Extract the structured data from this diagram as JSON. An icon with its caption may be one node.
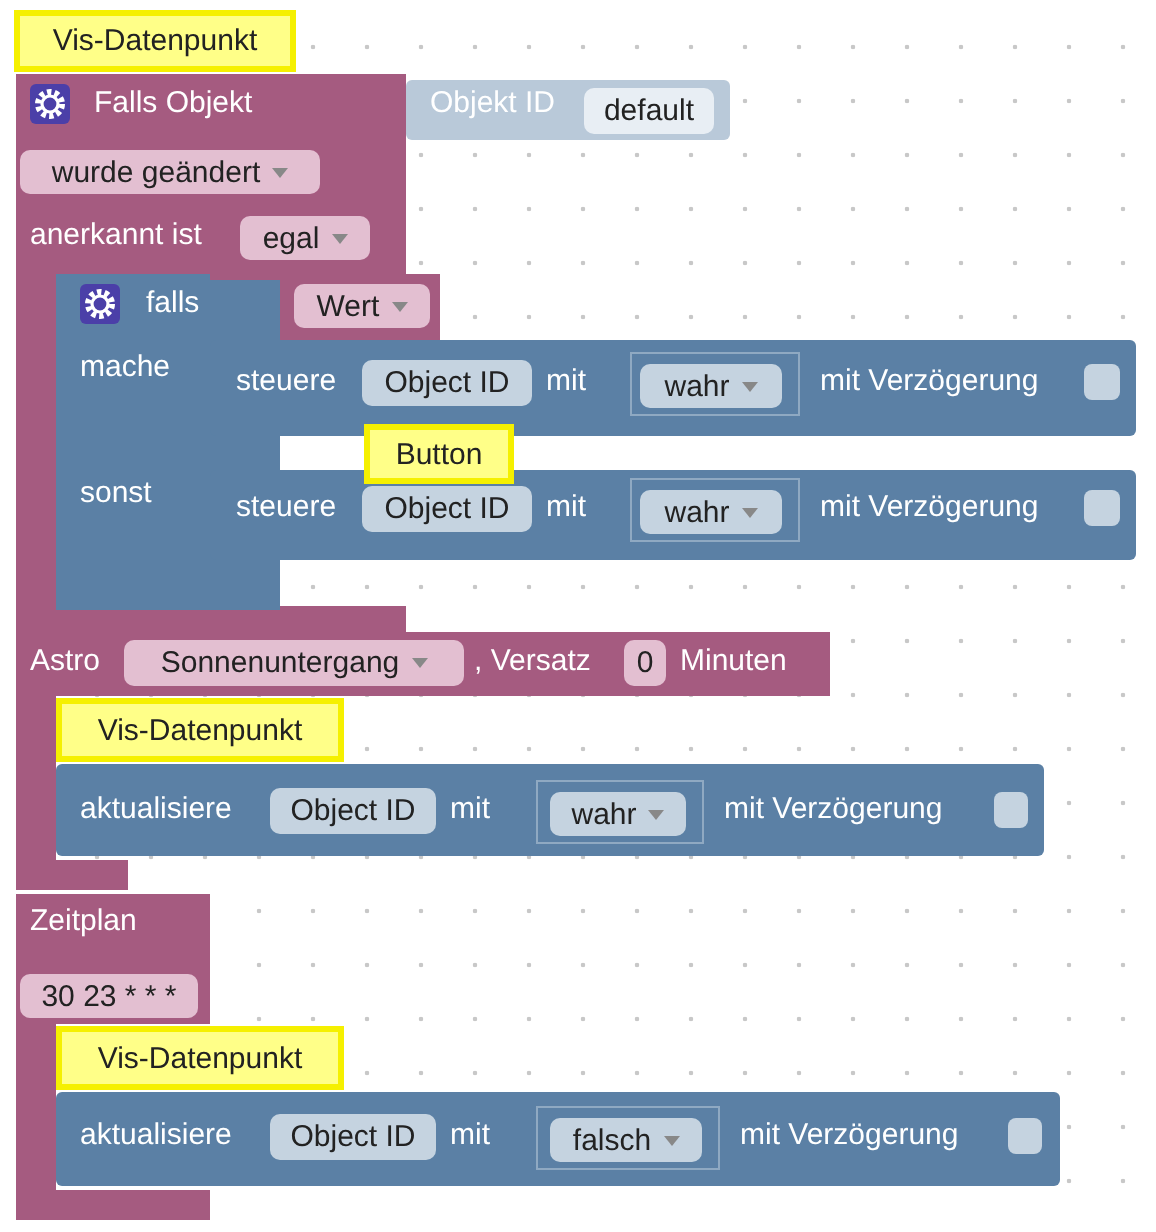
{
  "diagram": {
    "nodes": [
      {
        "text": [
          "Vis-Datenpunkt"
        ]
      },
      {
        "text": [
          "Falls Objekt",
          "anerkannt ist"
        ]
      },
      {
        "text": [
          "Objekt ID"
        ]
      },
      {
        "text": [
          "default"
        ],
        "in": 2
      },
      {
        "text": [
          "wurde geändert"
        ],
        "in": 1
      },
      {
        "text": [
          "egal"
        ],
        "in": 1
      },
      {
        "text": [
          "falls",
          "mache",
          "sonst"
        ]
      },
      {
        "text": [
          "Wert"
        ]
      },
      {
        "text": [
          "steuere",
          "mit",
          "mit Verzögerung"
        ]
      },
      {
        "text": [
          "Object ID"
        ],
        "in": 8
      },
      {
        "text": [
          "wahr"
        ],
        "in": 8
      },
      {
        "text": [],
        "shape": "box",
        "in": 8
      },
      {
        "text": [
          "Button"
        ]
      },
      {
        "text": [
          "steuere",
          "mit",
          "mit Verzögerung"
        ]
      },
      {
        "text": [
          "Object ID"
        ],
        "in": 13
      },
      {
        "text": [
          "wahr"
        ],
        "in": 13
      },
      {
        "text": [],
        "shape": "box",
        "in": 13
      },
      {
        "text": [
          "Astro",
          ", Versatz",
          "Minuten"
        ]
      },
      {
        "text": [
          "Sonnenuntergang"
        ],
        "in": 17
      },
      {
        "text": [
          "0"
        ],
        "in": 17
      },
      {
        "text": [
          "Vis-Datenpunkt"
        ]
      },
      {
        "text": [
          "aktualisiere",
          "mit",
          "mit Verzögerung"
        ]
      },
      {
        "text": [
          "Object ID"
        ],
        "in": 21
      },
      {
        "text": [
          "wahr"
        ],
        "in": 21
      },
      {
        "text": [],
        "shape": "box",
        "in": 21
      },
      {
        "text": [
          "Zeitplan"
        ]
      },
      {
        "text": [
          "30 23 * * *"
        ],
        "in": 25
      },
      {
        "text": [
          "Vis-Datenpunkt"
        ]
      },
      {
        "text": [
          "aktualisiere",
          "mit",
          "mit Verzögerung"
        ]
      },
      {
        "text": [
          "Object ID"
        ],
        "in": 28
      },
      {
        "text": [
          "falsch"
        ],
        "in": 28
      },
      {
        "text": [],
        "shape": "box",
        "in": 28
      }
    ]
  }
}
